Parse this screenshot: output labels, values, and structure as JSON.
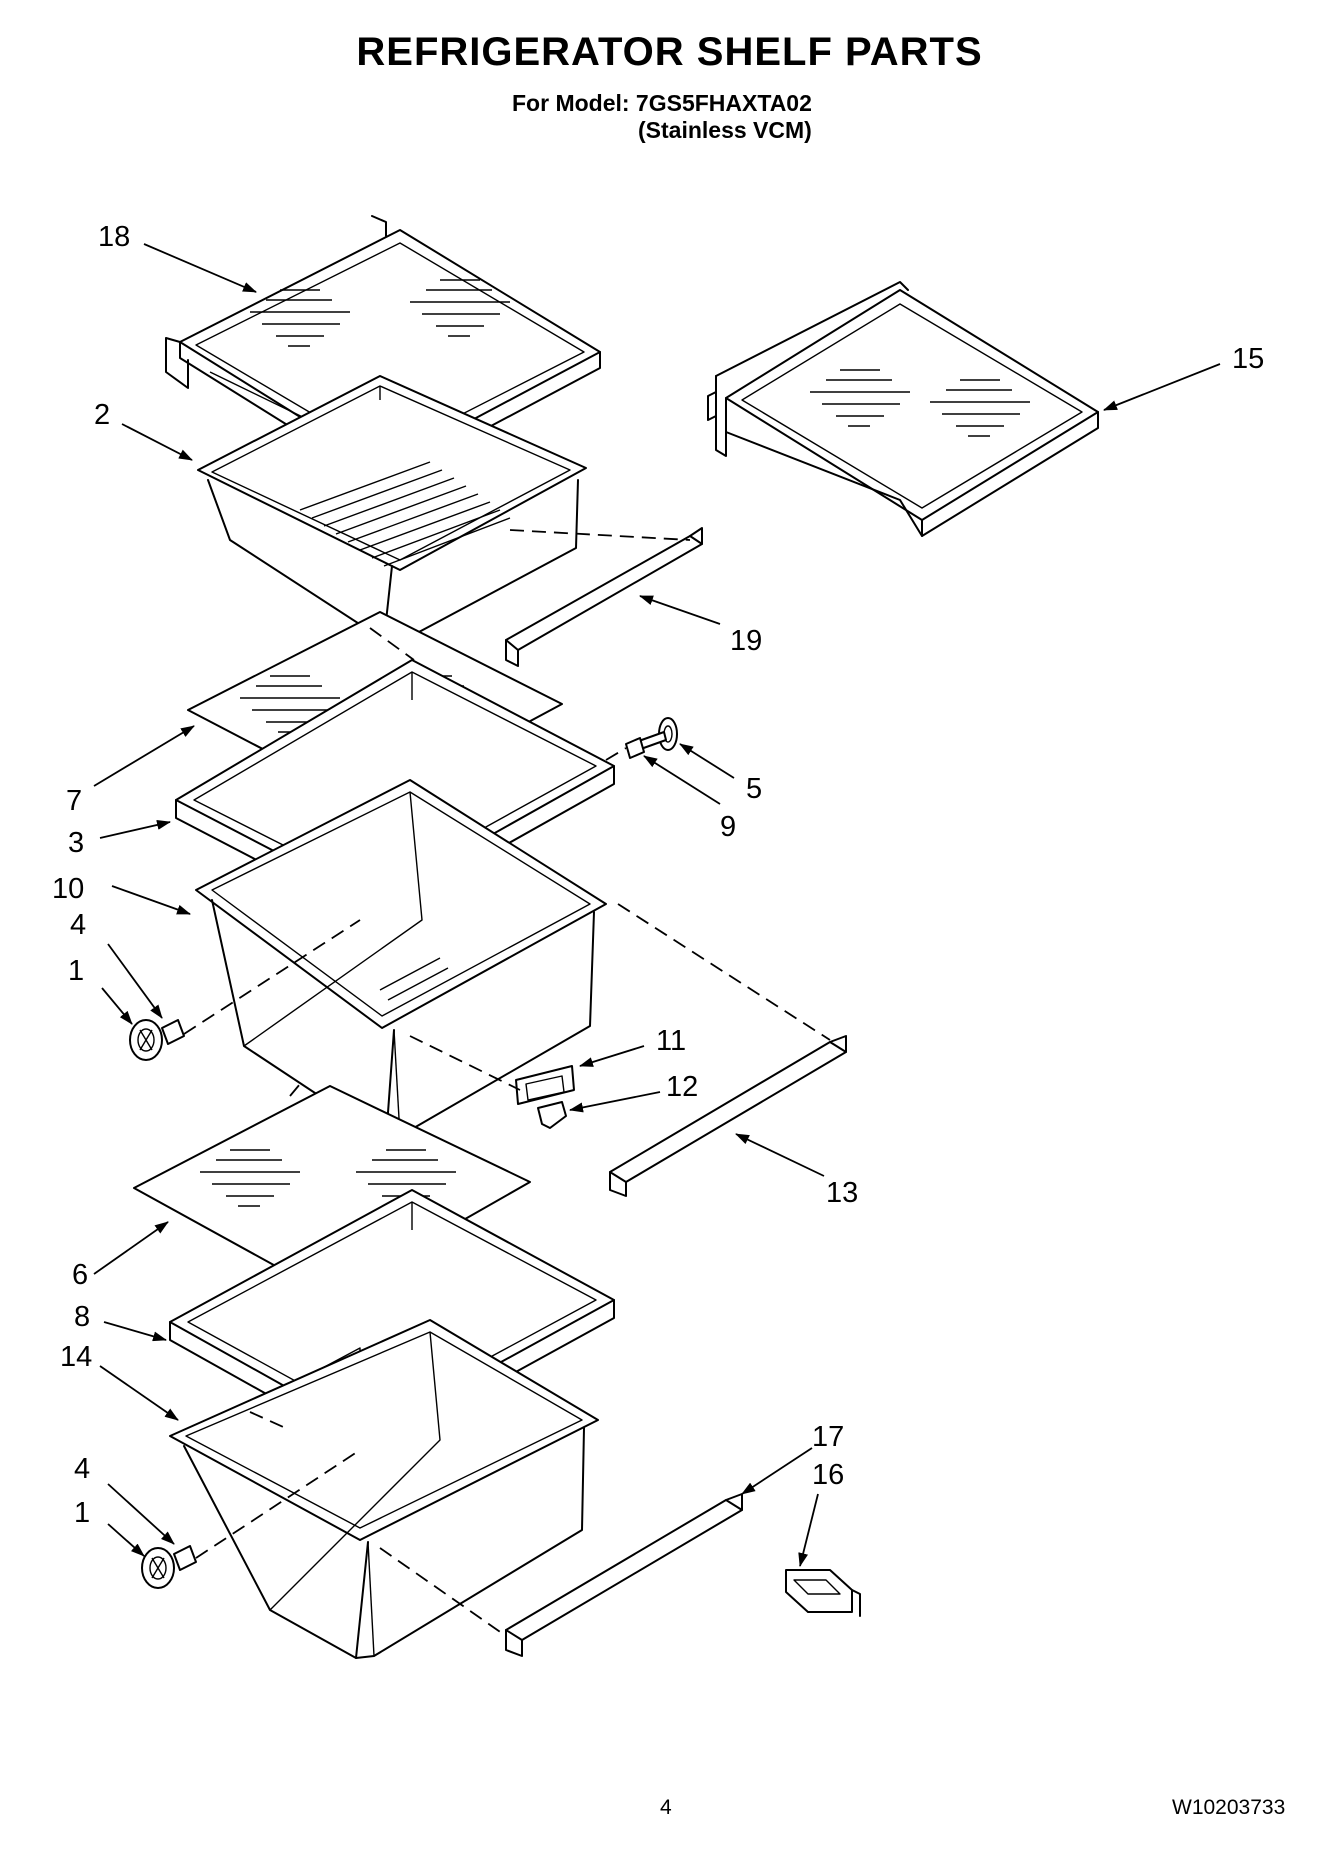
{
  "header": {
    "title": "REFRIGERATOR SHELF PARTS",
    "model_line": "For Model: 7GS5FHAXTA02",
    "variant_line": "(Stainless VCM)"
  },
  "callouts": [
    {
      "id": "c18",
      "label": "18"
    },
    {
      "id": "c2",
      "label": "2"
    },
    {
      "id": "c15",
      "label": "15"
    },
    {
      "id": "c19",
      "label": "19"
    },
    {
      "id": "c7",
      "label": "7"
    },
    {
      "id": "c3",
      "label": "3"
    },
    {
      "id": "c5",
      "label": "5"
    },
    {
      "id": "c9",
      "label": "9"
    },
    {
      "id": "c10",
      "label": "10"
    },
    {
      "id": "c4a",
      "label": "4"
    },
    {
      "id": "c1a",
      "label": "1"
    },
    {
      "id": "c11",
      "label": "11"
    },
    {
      "id": "c12",
      "label": "12"
    },
    {
      "id": "c13",
      "label": "13"
    },
    {
      "id": "c6",
      "label": "6"
    },
    {
      "id": "c8",
      "label": "8"
    },
    {
      "id": "c14",
      "label": "14"
    },
    {
      "id": "c17",
      "label": "17"
    },
    {
      "id": "c16",
      "label": "16"
    },
    {
      "id": "c4b",
      "label": "4"
    },
    {
      "id": "c1b",
      "label": "1"
    }
  ],
  "footer": {
    "page_number": "4",
    "document_number": "W10203733"
  }
}
